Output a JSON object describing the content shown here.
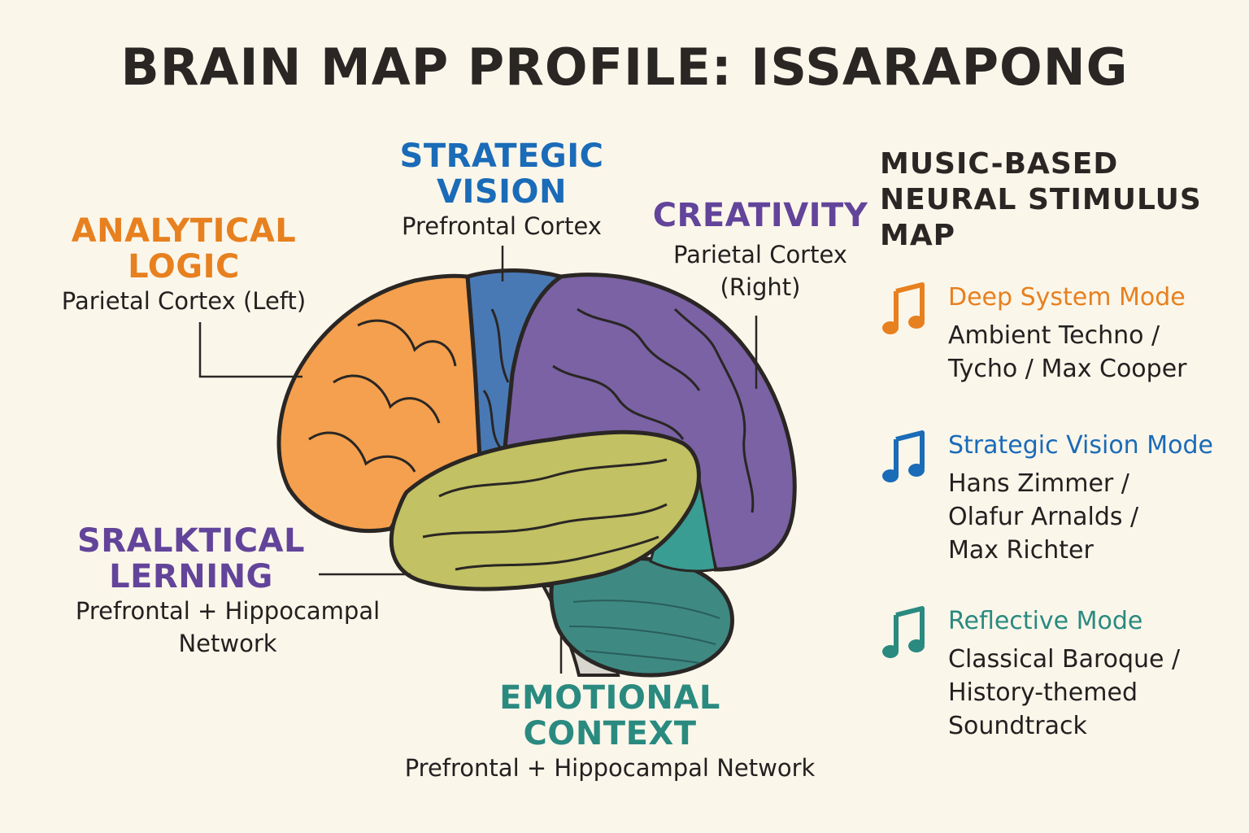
{
  "title": "BRAIN MAP PROFILE: ISSARAPONG",
  "colors": {
    "orange": "#e7801f",
    "blue": "#1a6bb8",
    "purple": "#62449a",
    "teal": "#2a8a80",
    "orange_fill": "#f4a04e",
    "blue_fill": "#4979b5",
    "purple_fill": "#7a62a4",
    "olive_fill": "#c2c163",
    "teal_fill": "#3a9d93",
    "cerebellum_fill": "#3f8983"
  },
  "regions": {
    "analytical": {
      "heading_1": "ANALYTICAL",
      "heading_2": "LOGIC",
      "sub_1": "Parietal Cortex (Left)"
    },
    "strategic": {
      "heading_1": "STRATEGIC",
      "heading_2": "VISION",
      "sub_1": "Prefrontal Cortex"
    },
    "creativity": {
      "heading_1": "CREATIVITY",
      "sub_1": "Parietal Cortex",
      "sub_2": "(Right)"
    },
    "sralktical": {
      "heading_1": "SRALKTICAL",
      "heading_2": "LERNING",
      "sub_1": "Prefrontal + Hippocampal",
      "sub_2": "Network"
    },
    "emotional": {
      "heading_1": "EMOTIONAL",
      "heading_2": "CONTEXT",
      "sub_1": "Prefrontal + Hippocampal Network"
    }
  },
  "music_map": {
    "title_1": "MUSIC-BASED",
    "title_2": "NEURAL STIMULUS",
    "title_3": "MAP",
    "modes": [
      {
        "name": "Deep System Mode",
        "desc_1": "Ambient Techno /",
        "desc_2": "Tycho / Max Cooper",
        "icon": "music-note-icon"
      },
      {
        "name": "Strategic Vision Mode",
        "desc_1": "Hans Zimmer /",
        "desc_2": "Olafur Arnalds /",
        "desc_3": "Max Richter",
        "icon": "music-note-icon"
      },
      {
        "name": "Reflective Mode",
        "desc_1": "Classical Baroque /",
        "desc_2": "History-themed",
        "desc_3": "Soundtrack",
        "icon": "music-note-icon"
      }
    ]
  }
}
